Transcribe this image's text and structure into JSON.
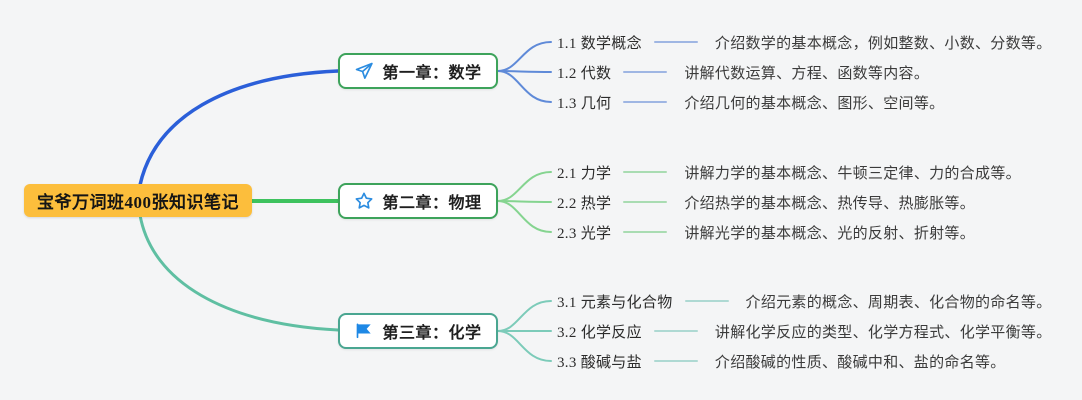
{
  "canvas": {
    "background": "#f4f5f6"
  },
  "root": {
    "label": "宝爷万词班400张知识笔记",
    "background": "#fcbe3c",
    "text_color": "#151515"
  },
  "branches": [
    {
      "label": "第一章：数学",
      "icon": "paper-plane-icon",
      "line_color": "#2b5fd9",
      "subline_color": "#5f8ad8",
      "dash_color": "#9fb6e3",
      "node_border_color": "#3da35b",
      "children": [
        {
          "topic": "1.1 数学概念",
          "desc": "介绍数学的基本概念，例如整数、小数、分数等。"
        },
        {
          "topic": "1.2 代数",
          "desc": "讲解代数运算、方程、函数等内容。"
        },
        {
          "topic": "1.3 几何",
          "desc": "介绍几何的基本概念、图形、空间等。"
        }
      ]
    },
    {
      "label": "第二章：物理",
      "icon": "star-icon",
      "line_color": "#3dc25e",
      "subline_color": "#85d490",
      "dash_color": "#a9dcb2",
      "node_border_color": "#3da35b",
      "children": [
        {
          "topic": "2.1 力学",
          "desc": "讲解力学的基本概念、牛顿三定律、力的合成等。"
        },
        {
          "topic": "2.2 热学",
          "desc": "介绍热学的基本概念、热传导、热膨胀等。"
        },
        {
          "topic": "2.3 光学",
          "desc": "讲解光学的基本概念、光的反射、折射等。"
        }
      ]
    },
    {
      "label": "第三章：化学",
      "icon": "flag-icon",
      "line_color": "#5fbfa2",
      "subline_color": "#7ccbb9",
      "dash_color": "#aed9d3",
      "node_border_color": "#4aa691",
      "children": [
        {
          "topic": "3.1 元素与化合物",
          "desc": "介绍元素的概念、周期表、化合物的命名等。"
        },
        {
          "topic": "3.2 化学反应",
          "desc": "讲解化学反应的类型、化学方程式、化学平衡等。"
        },
        {
          "topic": "3.3 酸碱与盐",
          "desc": "介绍酸碱的性质、酸碱中和、盐的命名等。"
        }
      ]
    }
  ]
}
